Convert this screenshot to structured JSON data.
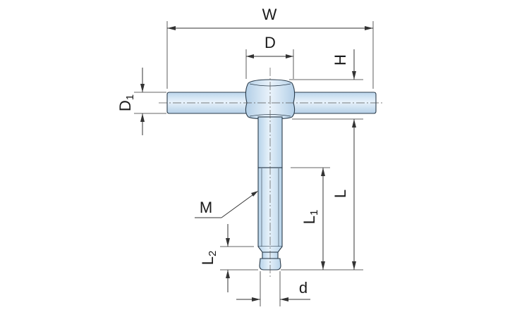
{
  "drawing": {
    "labels": {
      "W": "W",
      "D": "D",
      "H": "H",
      "D1_main": "D",
      "D1_sub": "1",
      "M": "M",
      "L": "L",
      "L1_main": "L",
      "L1_sub": "1",
      "L2_main": "L",
      "L2_sub": "2",
      "d": "d"
    },
    "colors": {
      "part_fill": "#cfe3f3",
      "outline": "#2a3b4a",
      "dimension_line": "#333333"
    }
  }
}
